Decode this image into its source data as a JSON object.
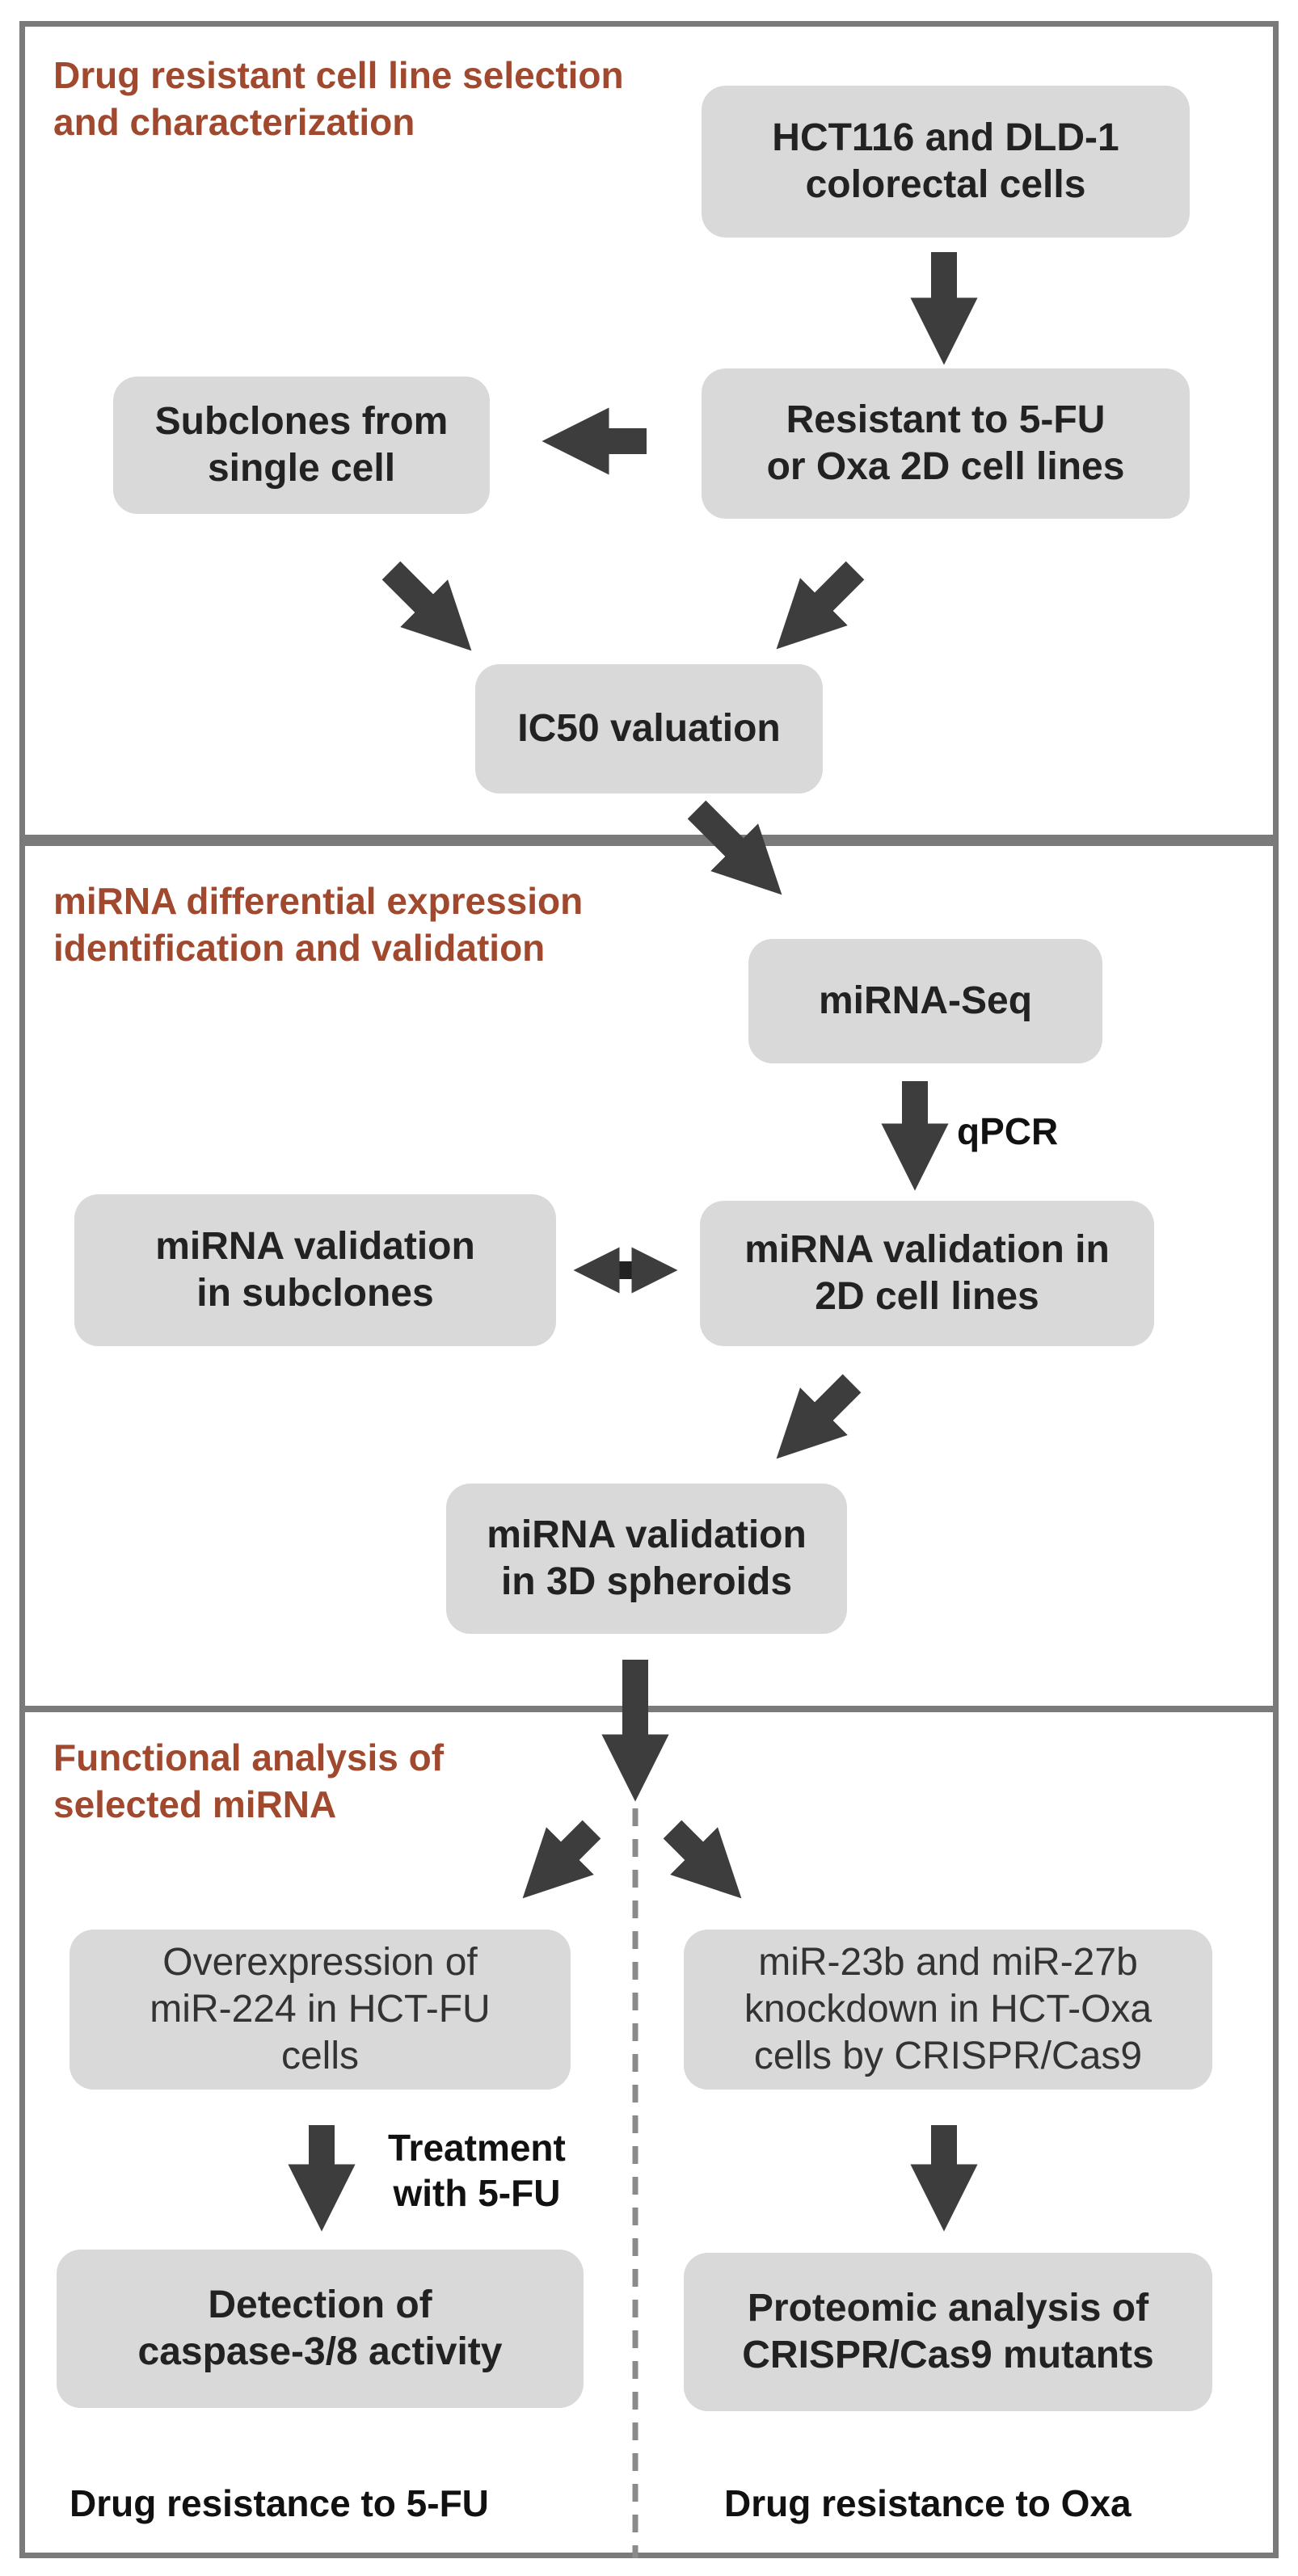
{
  "sections": {
    "s1": {
      "title": "Drug resistant cell line selection\n and characterization"
    },
    "s2": {
      "title": "miRNA differential expression\nidentification and validation"
    },
    "s3": {
      "title": "Functional analysis of\nselected miRNA"
    }
  },
  "boxes": {
    "hct116": "HCT116 and DLD-1\ncolorectal cells",
    "resistant": "Resistant to 5-FU\nor Oxa 2D cell lines",
    "subclones": "Subclones from\nsingle cell",
    "ic50": "IC50 valuation",
    "mirnaseq": "miRNA-Seq",
    "val_subclones": "miRNA validation\nin subclones",
    "val_2d": "miRNA validation in\n2D cell lines",
    "val_3d": "miRNA validation\nin 3D spheroids",
    "overexpression": "Overexpression of\nmiR-224 in HCT-FU\ncells",
    "knockdown": "miR-23b and miR-27b\nknockdown in HCT-Oxa\ncells by CRISPR/Cas9",
    "caspase": "Detection of\ncaspase-3/8 activity",
    "proteomic": "Proteomic analysis of\nCRISPR/Cas9 mutants"
  },
  "labels": {
    "qpcr": "qPCR",
    "treatment": "Treatment\nwith 5-FU"
  },
  "footers": {
    "left": "Drug resistance to 5-FU",
    "right": "Drug resistance to Oxa"
  },
  "colors": {
    "arrow": "#3d3d3d",
    "box": "#d9d9d9",
    "border": "#7a7a7a",
    "title": "#a0492e"
  }
}
